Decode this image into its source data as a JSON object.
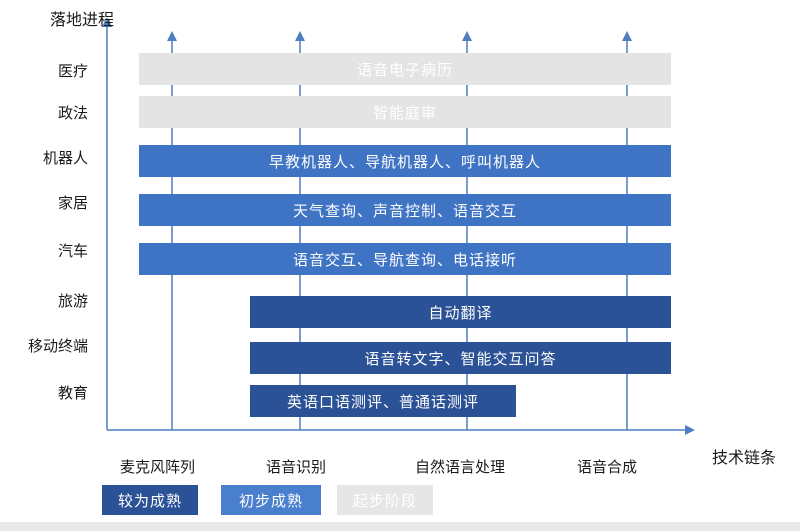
{
  "y_axis": {
    "title": "落地进程",
    "categories": [
      "医疗",
      "政法",
      "机器人",
      "家居",
      "汽车",
      "旅游",
      "移动终端",
      "教育"
    ]
  },
  "x_axis": {
    "title": "技术链条",
    "stages": [
      "麦克风阵列",
      "语音识别",
      "自然语言处理",
      "语音合成"
    ]
  },
  "bars": [
    {
      "row": "医疗",
      "label": "语音电子病历",
      "stage": "early"
    },
    {
      "row": "政法",
      "label": "智能庭审",
      "stage": "early"
    },
    {
      "row": "机器人",
      "label": "早教机器人、导航机器人、呼叫机器人",
      "stage": "initial"
    },
    {
      "row": "家居",
      "label": "天气查询、声音控制、语音交互",
      "stage": "initial"
    },
    {
      "row": "汽车",
      "label": "语音交互、导航查询、电话接听",
      "stage": "initial"
    },
    {
      "row": "旅游",
      "label": "自动翻译",
      "stage": "mature"
    },
    {
      "row": "移动终端",
      "label": "语音转文字、智能交互问答",
      "stage": "mature"
    },
    {
      "row": "教育",
      "label": "英语口语测评、普通话测评",
      "stage": "mature"
    }
  ],
  "legend": {
    "mature": "较为成熟",
    "initial": "初步成熟",
    "early": "起步阶段"
  },
  "colors": {
    "mature": "#2b5196",
    "initial": "#3f73c4",
    "early": "#e4e4e4",
    "axis": "#4f7fc0"
  }
}
